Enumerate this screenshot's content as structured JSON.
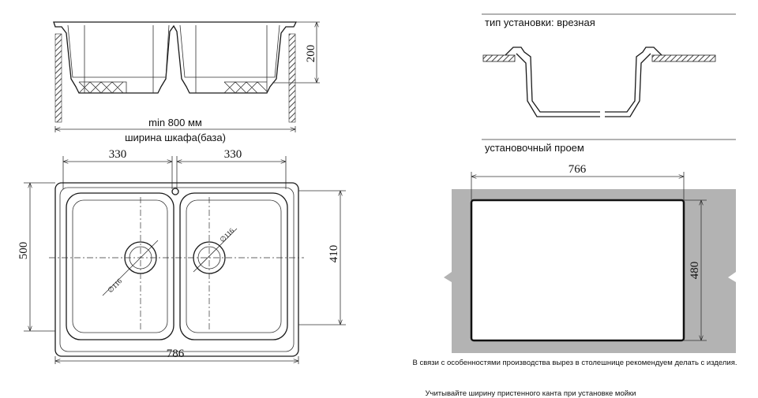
{
  "side_view": {
    "depth": "200",
    "min_width": "min 800 мм",
    "cabinet_label": "ширина шкафа(база)"
  },
  "top_view": {
    "bowl_left_width": "330",
    "bowl_right_width": "330",
    "overall_width": "786",
    "overall_depth": "500",
    "bowl_depth": "410",
    "drain_left": "∅116",
    "drain_right": "∅116"
  },
  "install": {
    "type_label": "тип установки: врезная",
    "cutout_label": "установочный проем",
    "cutout_width": "766",
    "cutout_depth": "480"
  },
  "notes": {
    "cutout_note": "В связи с особенностями производства вырез в столешнице рекомендуем делать с изделия.",
    "edge_note": "Учитывайте ширину пристенного канта при установке мойки"
  },
  "colors": {
    "cutout_fill": "#b3b3b3",
    "line": "#1a1a1a"
  }
}
